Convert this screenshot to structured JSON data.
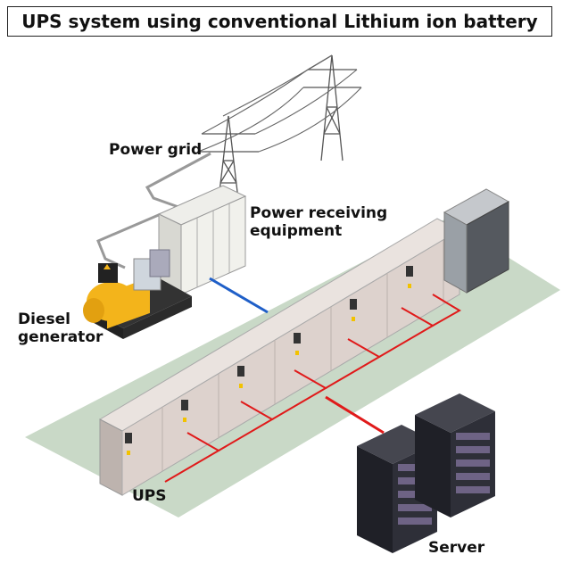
{
  "title": "UPS system using conventional Lithium ion battery",
  "labels": {
    "power_grid": "Power grid",
    "power_receiving_line1": "Power receiving",
    "power_receiving_line2": "equipment",
    "diesel_line1": "Diesel",
    "diesel_line2": "generator",
    "ups": "UPS",
    "server": "Server"
  },
  "colors": {
    "floor": "#c9d9c7",
    "cabinet": "#ddd2cd",
    "wire_red": "#e01a1a",
    "wire_blue": "#1f5fc8",
    "generator": "#f3b41b",
    "rack": "#2a2b33"
  }
}
